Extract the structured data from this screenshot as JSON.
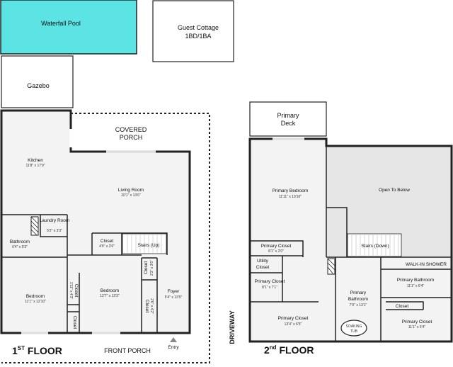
{
  "outbuildings": {
    "pool": "Waterfall Pool",
    "cottage_name": "Guest Cottage",
    "cottage_beds": "1BD/1BA",
    "gazebo": "Gazebo",
    "pool_color": "#5ce3e3"
  },
  "first_floor": {
    "title_prefix": "1",
    "title_sup": "ST",
    "title_suffix": " FLOOR",
    "covered_porch_1": "COVERED",
    "covered_porch_2": "PORCH",
    "front_porch": "FRONT PORCH",
    "entry": "Entry",
    "rooms": {
      "kitchen": {
        "name": "Kitchen",
        "dim": "11'8\" x 17'9\""
      },
      "living": {
        "name": "Living Room",
        "dim": "20'1\" x 13'6\""
      },
      "laundry": {
        "name": "Laundry Room",
        "dim": "5'2\" x 3'3\""
      },
      "bathroom": {
        "name": "Bathroom",
        "dim": "6'4\" x 9'3\""
      },
      "closet_a": {
        "name": "Closet",
        "dim": "4'9\" x 3'6\""
      },
      "stairs": {
        "name": "Stairs (Up)"
      },
      "bedroom1": {
        "name": "Bedroom",
        "dim": "11'1\" x 12'10\""
      },
      "bedroom2": {
        "name": "Bedroom",
        "dim": "12'7\" x 13'3\""
      },
      "closet_b": {
        "name": "Closet",
        "dim": "1'11\" x 4'3\""
      },
      "closet_c": {
        "name": "Closet"
      },
      "closet_d": {
        "name": "Closet",
        "dim": "2'3\" x 3'6\""
      },
      "closet_e": {
        "name": "Closet",
        "dim": "2'6\" x 4'2\""
      },
      "foyer": {
        "name": "Foyer",
        "dim": "5'4\" x 13'5\""
      }
    }
  },
  "second_floor": {
    "title_prefix": "2",
    "title_sup": "nd",
    "title_suffix": " FLOOR",
    "deck_1": "Primary",
    "deck_2": "Deck",
    "driveway": "DRIVEWAY",
    "rooms": {
      "bedroom": {
        "name": "Primary Bedroom",
        "dim": "11'11\" x 19'10\""
      },
      "open": {
        "name": "Open To Below"
      },
      "closet_a": {
        "name": "Primary Closet",
        "dim": "8'1\" x 2'0\""
      },
      "stairs": {
        "name": "Stairs (Down)"
      },
      "utility_1": "Utility",
      "utility_2": "Closet",
      "closet_b": {
        "name": "Primary Closet",
        "dim": "8'1\" x 7'1\""
      },
      "bathroom_1": "Primary",
      "bathroom_2": "Bathroom",
      "bathroom_dim": "7'0\" x 13'1\"",
      "walkin": "WALK-IN SHOWER",
      "bath2": {
        "name": "Primary Bathroom",
        "dim": "11'1\" x 6'4\""
      },
      "closet_small": "Closet",
      "closet_c": {
        "name": "Primary Closet",
        "dim": "13'4\" x 6'5\""
      },
      "tub_1": "SOAKING",
      "tub_2": "TUB",
      "closet_d": {
        "name": "Primary Closet",
        "dim": "11'1\" x 6'4\""
      }
    }
  }
}
